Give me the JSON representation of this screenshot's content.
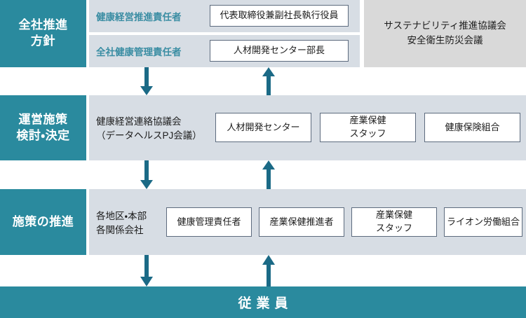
{
  "theme": {
    "teal": "#2a8a9e",
    "panel_blue_gray": "#d7dde4",
    "panel_gray": "#d9d9d9",
    "role_label_teal": "#3a8da3",
    "box_border": "#5d6b7e",
    "arrow_color": "#1b6a86"
  },
  "rows": [
    {
      "stage": "全社推進\n方針",
      "role_labels": [
        "健康経営推進責任者",
        "全社健康管理責任者"
      ],
      "boxes": [
        "代表取締役兼副社長執行役員",
        "人材開発センター部長"
      ],
      "side_panel": "サステナビリティ推進協議会\n安全衛生防災会議"
    },
    {
      "stage": "運営施策\n検討・決定",
      "lead_text": "健康経営連絡協議会\n（データヘルスPJ会議）",
      "boxes": [
        "人材開発センター",
        "産業保健\nスタッフ",
        "健康保険組合"
      ]
    },
    {
      "stage": "施策の推進",
      "lead_text": "各地区・本部\n各関係会社",
      "boxes": [
        "健康管理責任者",
        "産業保健推進者",
        "産業保健\nスタッフ",
        "ライオン労働組合"
      ]
    }
  ],
  "footer": {
    "label": "従業員"
  },
  "connectors": [
    {
      "name": "down-arrow-policy-to-operation",
      "direction": "down"
    },
    {
      "name": "up-arrow-operation-to-policy",
      "direction": "up"
    },
    {
      "name": "down-arrow-operation-to-promotion",
      "direction": "down"
    },
    {
      "name": "up-arrow-promotion-to-operation",
      "direction": "up"
    },
    {
      "name": "down-arrow-promotion-to-employees",
      "direction": "down"
    },
    {
      "name": "up-arrow-employees-to-promotion",
      "direction": "up"
    }
  ]
}
